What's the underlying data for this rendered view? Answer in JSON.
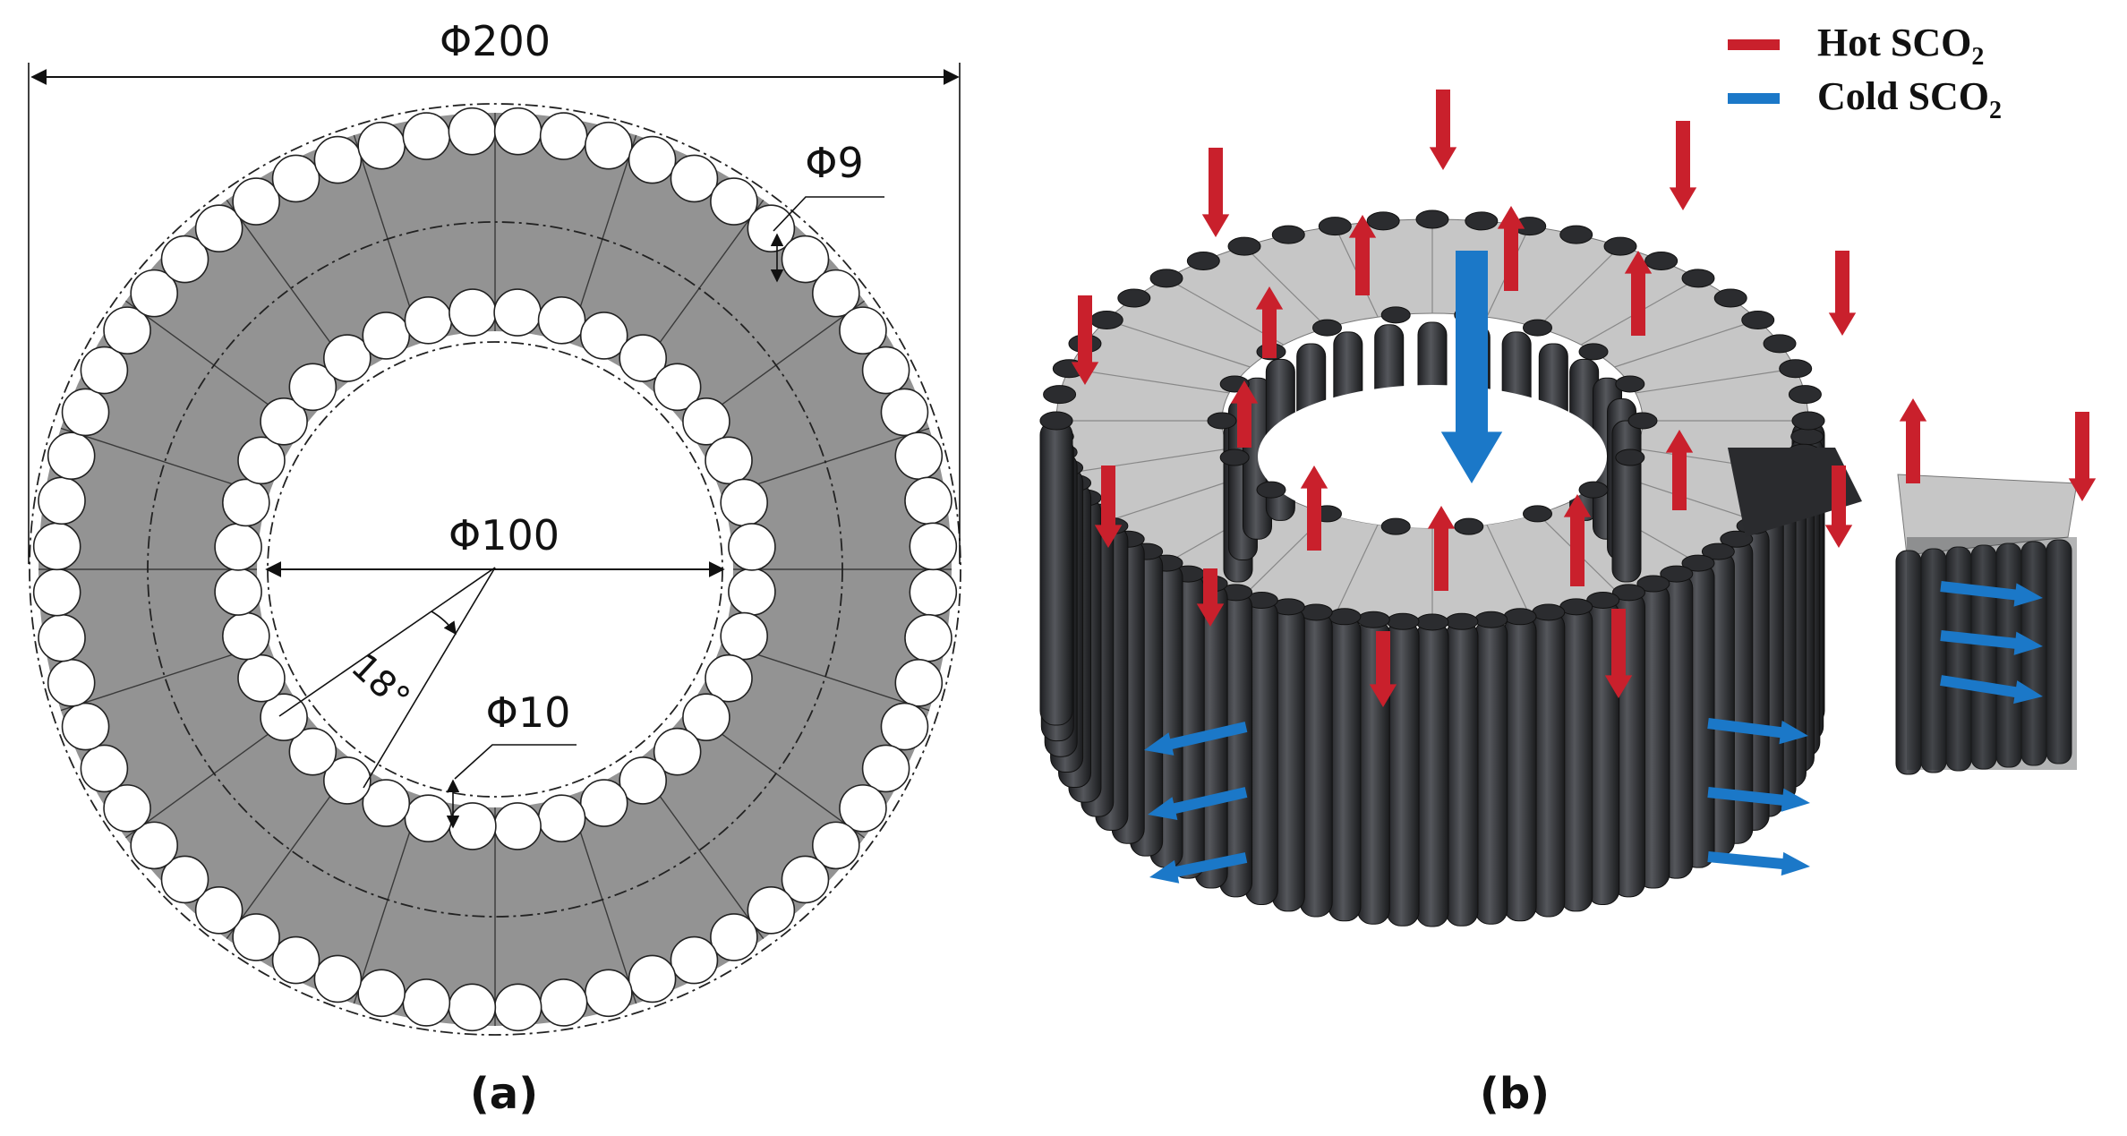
{
  "panel_a": {
    "caption": "(a)",
    "dim_outer": "Φ200",
    "dim_channel_outer": "Φ9",
    "dim_inner": "Φ100",
    "dim_channel_inner": "Φ10",
    "dim_angle": "18°",
    "colors": {
      "fill": "#939393",
      "line": "#3a3a3a",
      "hole": "#ffffff"
    }
  },
  "panel_b": {
    "caption": "(b)",
    "legend": {
      "hot_prefix": "Hot SCO",
      "hot_sub": "2",
      "cold_prefix": "Cold SCO",
      "cold_sub": "2"
    },
    "colors": {
      "hot": "#c9202c",
      "cold": "#1b78c8",
      "tube": "#2f3033",
      "top": "#c6c6c6"
    }
  }
}
